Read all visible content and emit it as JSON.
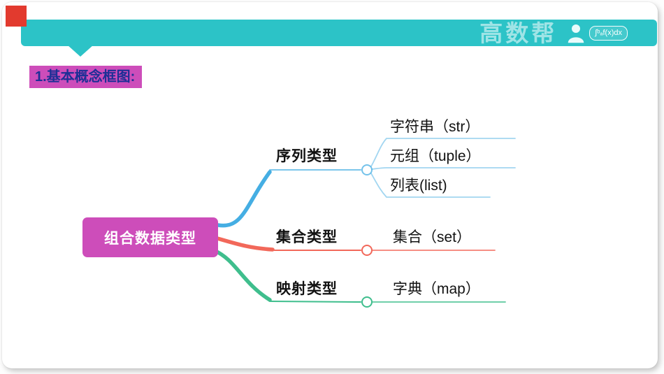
{
  "header": {
    "brand": "高数帮",
    "logo_formula": "∫ᵇₐf(x)dx"
  },
  "title": "1.基本概念框图:",
  "mindmap": {
    "root": "组合数据类型",
    "branches": [
      {
        "label": "序列类型",
        "children": [
          "字符串（str）",
          "元组（tuple）",
          "列表(list)"
        ]
      },
      {
        "label": "集合类型",
        "children": [
          "集合（set）"
        ]
      },
      {
        "label": "映射类型",
        "children": [
          "字典（map）"
        ]
      }
    ]
  },
  "colors": {
    "banner_teal": "#2cc3c7",
    "corner_red": "#e23a2e",
    "node_magenta": "#cd4dba",
    "title_text_blue": "#1d2f96",
    "branch_blue": "#45aee3",
    "branch_red": "#f2685a",
    "branch_green": "#3fbe8d"
  }
}
